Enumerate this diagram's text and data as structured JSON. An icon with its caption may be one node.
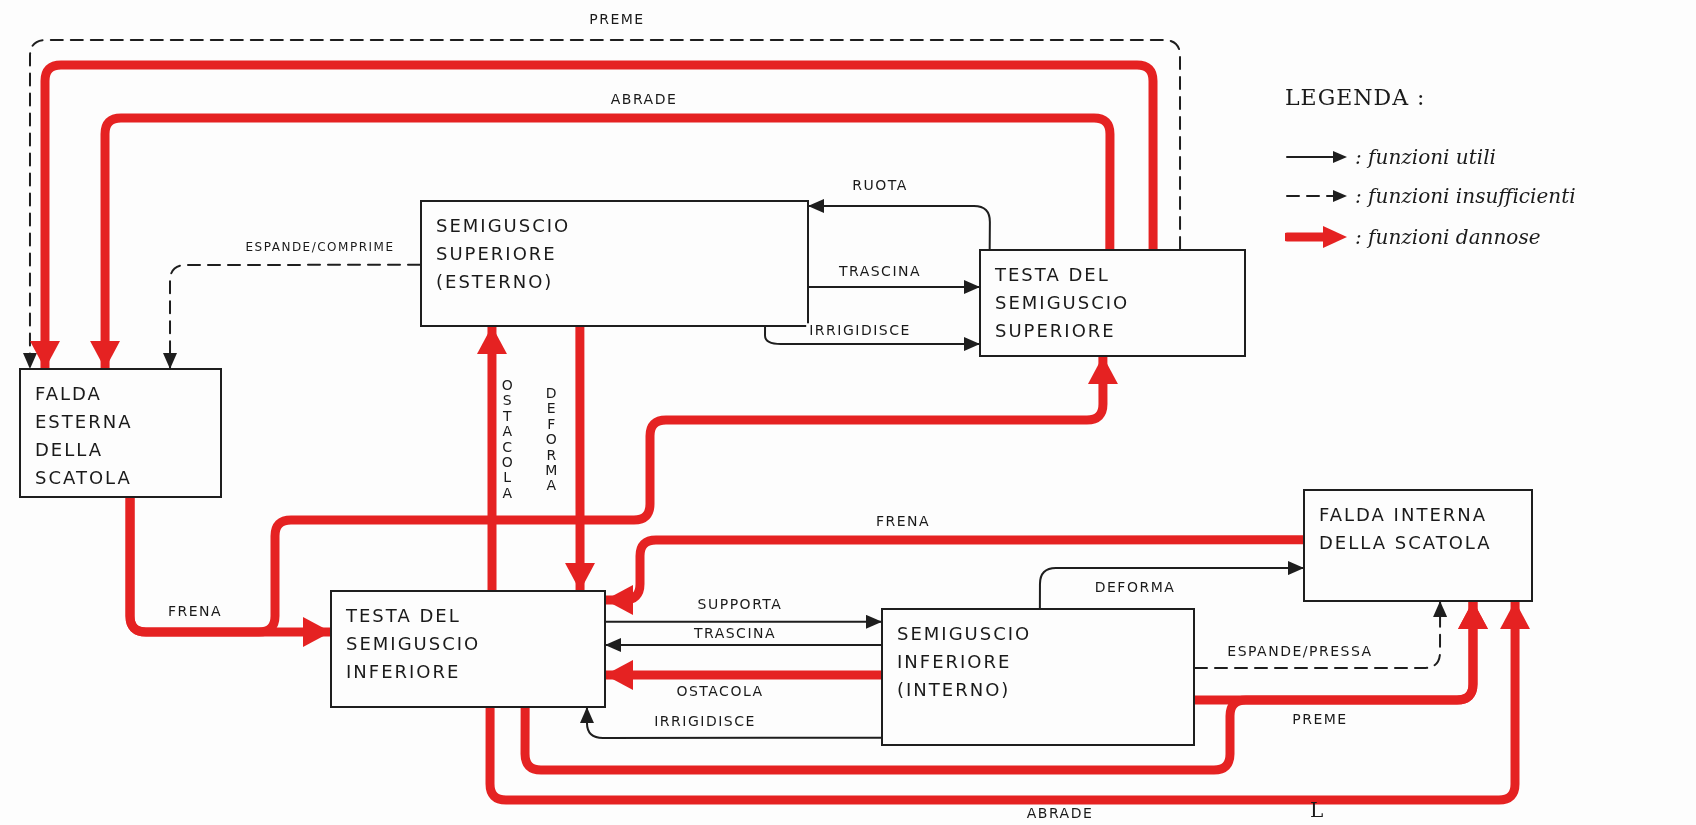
{
  "diagram": {
    "nodes": [
      {
        "text": [
          "SEMIGUSCIO SUPERIORE (ESTERNO)"
        ]
      },
      {
        "text": [
          "TESTA DEL SEMIGUSCIO SUPERIORE"
        ]
      },
      {
        "text": [
          "FALDA ESTERNA DELLA SCATOLA"
        ]
      },
      {
        "text": [
          "TESTA DEL SEMIGUSCIO INFERIORE"
        ]
      },
      {
        "text": [
          "SEMIGUSCIO INFERIORE (INTERNO)"
        ]
      },
      {
        "text": [
          "FALDA INTERNA DELLA SCATOLA"
        ]
      }
    ],
    "edges": [
      {
        "from": 1,
        "to": 2,
        "arrow": "to",
        "label": "PREME",
        "style": "dashed",
        "color": "#1e1e1e"
      },
      {
        "from": 1,
        "to": 2,
        "arrow": "to"
      },
      {
        "from": 1,
        "to": 2,
        "arrow": "to",
        "label": "ABRADE"
      },
      {
        "from": 0,
        "to": 2,
        "arrow": "to",
        "label": "ESPANDE/COMPRIME",
        "style": "dashed",
        "color": "#1e1e1e"
      },
      {
        "from": 1,
        "to": 0,
        "arrow": "to",
        "label": "RUOTA",
        "color": "#1e1e1e"
      },
      {
        "from": 0,
        "to": 1,
        "arrow": "to",
        "label": "TRASCINA",
        "color": "#1e1e1e"
      },
      {
        "from": 0,
        "to": 1,
        "arrow": "to",
        "label": "IRRIGIDISCE",
        "color": "#1e1e1e"
      },
      {
        "from": 3,
        "to": 0,
        "arrow": "to",
        "label": "OSTACOLA"
      },
      {
        "from": 0,
        "to": 3,
        "arrow": "to",
        "label": "DEFORMA"
      },
      {
        "from": 2,
        "to": 1,
        "arrow": "to"
      },
      {
        "from": 2,
        "to": 3,
        "arrow": "to",
        "label": "FRENA"
      },
      {
        "from": 5,
        "to": 3,
        "arrow": "to",
        "label": "FRENA"
      },
      {
        "from": 3,
        "to": 4,
        "arrow": "to",
        "label": "SUPPORTA",
        "color": "#1e1e1e"
      },
      {
        "from": 4,
        "to": 3,
        "arrow": "to",
        "label": "TRASCINA",
        "color": "#1e1e1e"
      },
      {
        "from": 4,
        "to": 3,
        "arrow": "to",
        "label": "OSTACOLA"
      },
      {
        "from": 4,
        "to": 3,
        "arrow": "to",
        "label": "IRRIGIDISCE",
        "color": "#1e1e1e"
      },
      {
        "from": 4,
        "to": 5,
        "arrow": "to",
        "label": "DEFORMA",
        "color": "#1e1e1e"
      },
      {
        "from": 4,
        "to": 5,
        "arrow": "to",
        "label": "ESPANDE/PRESSA",
        "style": "dashed",
        "color": "#1e1e1e"
      },
      {
        "from": 4,
        "to": 5,
        "arrow": "to",
        "label": "PREME"
      },
      {
        "from": 3,
        "to": 5,
        "arrow": "to"
      },
      {
        "from": 3,
        "to": 5,
        "arrow": "to",
        "label": "ABRADE"
      }
    ],
    "labels": [
      "LEGENDA :",
      "L"
    ],
    "legend": [
      {
        "text": ": funzioni utili"
      },
      {
        "text": ": funzioni insufficienti"
      },
      {
        "text": ": funzioni dannose"
      }
    ]
  }
}
